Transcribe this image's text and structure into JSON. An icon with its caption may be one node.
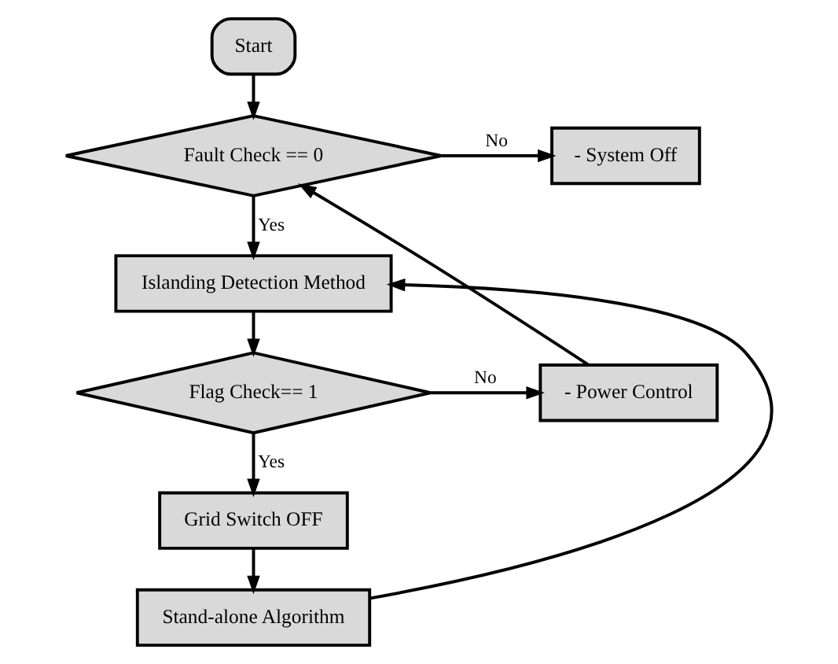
{
  "diagram": {
    "nodes": [
      {
        "text": [
          "Start"
        ]
      },
      {
        "text": [
          "Fault Check == 0"
        ]
      },
      {
        "text": [
          "- System Off"
        ]
      },
      {
        "text": [
          "Islanding Detection Method"
        ]
      },
      {
        "text": [
          "Flag Check== 1"
        ]
      },
      {
        "text": [
          "- Power Control"
        ]
      },
      {
        "text": [
          "Grid Switch OFF"
        ]
      },
      {
        "text": [
          "Stand-alone Algorithm"
        ]
      }
    ],
    "edges": [
      {
        "from": 0,
        "to": 1,
        "arrow": "to"
      },
      {
        "from": 1,
        "to": 2,
        "arrow": "to",
        "label": "No"
      },
      {
        "from": 1,
        "to": 3,
        "arrow": "to",
        "label": "Yes"
      },
      {
        "from": 3,
        "to": 4,
        "arrow": "to"
      },
      {
        "from": 4,
        "to": 5,
        "arrow": "to",
        "label": "No"
      },
      {
        "from": 4,
        "to": 6,
        "arrow": "to",
        "label": "Yes"
      },
      {
        "from": 6,
        "to": 7,
        "arrow": "to"
      },
      {
        "from": 7,
        "to": 3,
        "arrow": "to"
      },
      {
        "from": 5,
        "to": 1,
        "arrow": "to"
      }
    ]
  }
}
